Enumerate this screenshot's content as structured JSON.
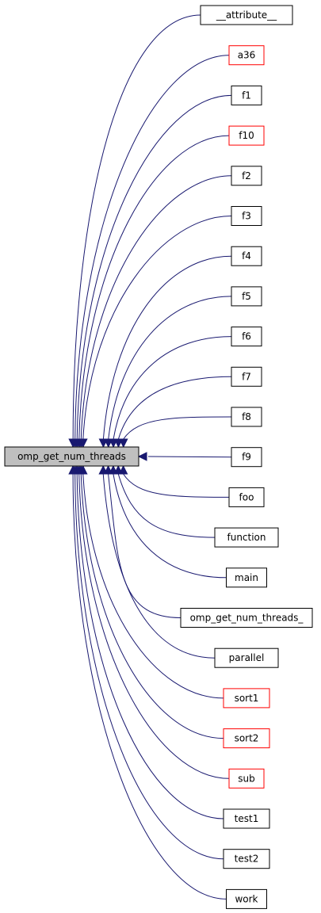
{
  "graph": {
    "root": {
      "label": "omp_get_num_threads",
      "fill": "#bfbfbf",
      "stroke": "#000000"
    },
    "edge_color": "#191970",
    "callers": [
      {
        "label": "__attribute__",
        "border": "#000000"
      },
      {
        "label": "a36",
        "border": "#ff0000"
      },
      {
        "label": "f1",
        "border": "#000000"
      },
      {
        "label": "f10",
        "border": "#ff0000"
      },
      {
        "label": "f2",
        "border": "#000000"
      },
      {
        "label": "f3",
        "border": "#000000"
      },
      {
        "label": "f4",
        "border": "#000000"
      },
      {
        "label": "f5",
        "border": "#000000"
      },
      {
        "label": "f6",
        "border": "#000000"
      },
      {
        "label": "f7",
        "border": "#000000"
      },
      {
        "label": "f8",
        "border": "#000000"
      },
      {
        "label": "f9",
        "border": "#000000"
      },
      {
        "label": "foo",
        "border": "#000000"
      },
      {
        "label": "function",
        "border": "#000000"
      },
      {
        "label": "main",
        "border": "#000000"
      },
      {
        "label": "omp_get_num_threads_",
        "border": "#000000"
      },
      {
        "label": "parallel",
        "border": "#000000"
      },
      {
        "label": "sort1",
        "border": "#ff0000"
      },
      {
        "label": "sort2",
        "border": "#ff0000"
      },
      {
        "label": "sub",
        "border": "#ff0000"
      },
      {
        "label": "test1",
        "border": "#000000"
      },
      {
        "label": "test2",
        "border": "#000000"
      },
      {
        "label": "work",
        "border": "#000000"
      }
    ]
  }
}
